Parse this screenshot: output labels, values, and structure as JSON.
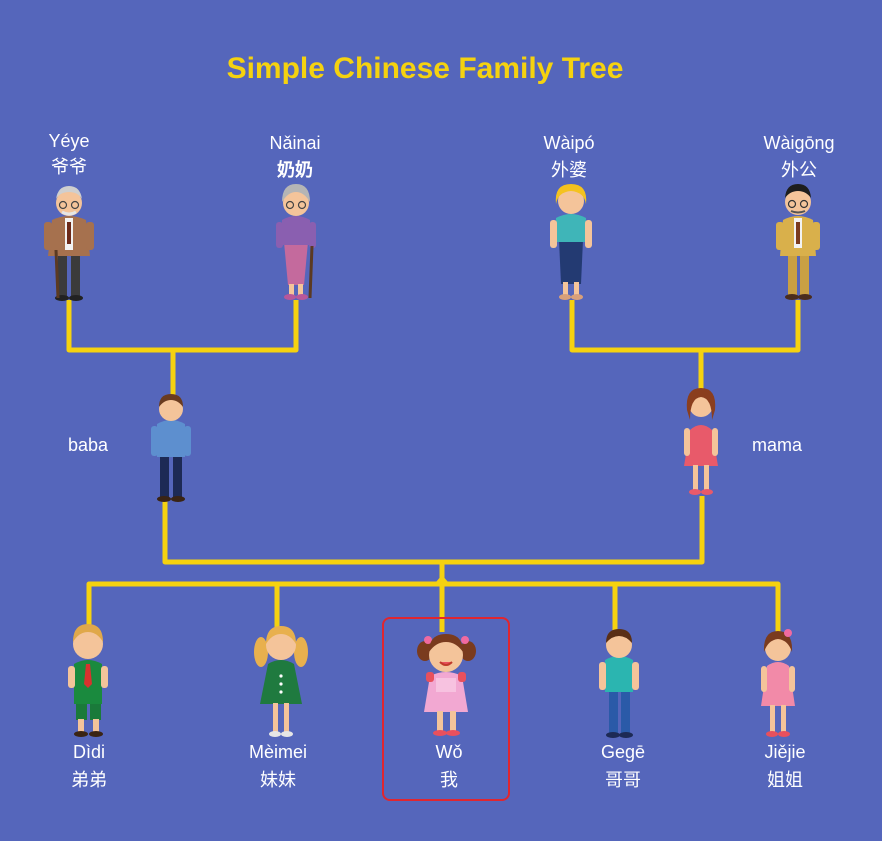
{
  "title": "Simple Chinese Family Tree",
  "colors": {
    "background": "#5566bb",
    "line": "#f5d20f",
    "title": "#f5d20f",
    "selection": "#e0262f"
  },
  "grandparents": {
    "yeye": {
      "pinyin": "Yéye",
      "hanzi": "爷爷"
    },
    "nainai": {
      "pinyin": "Nǎinai",
      "hanzi": "奶奶"
    },
    "waipo": {
      "pinyin": "Wàipó",
      "hanzi": "外婆"
    },
    "waigong": {
      "pinyin": "Wàigōng",
      "hanzi": "外公"
    }
  },
  "parents": {
    "baba": {
      "label": "baba"
    },
    "mama": {
      "label": "mama"
    }
  },
  "children": {
    "didi": {
      "pinyin": "Dìdi",
      "hanzi": "弟弟"
    },
    "meimei": {
      "pinyin": "Mèimei",
      "hanzi": "妹妹"
    },
    "wo": {
      "pinyin": "Wǒ",
      "hanzi": "我"
    },
    "gege": {
      "pinyin": "Gegē",
      "hanzi": "哥哥"
    },
    "jiejie": {
      "pinyin": "Jiějie",
      "hanzi": "姐姐"
    }
  }
}
